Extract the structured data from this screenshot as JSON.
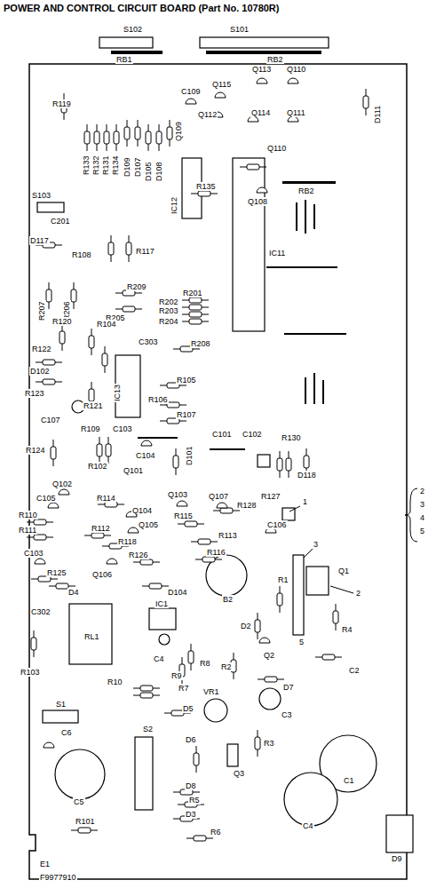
{
  "diagram": {
    "title": "POWER AND CONTROL CIRCUIT BOARD (Part No. 10780R)",
    "labels": [
      "S102",
      "S101",
      "RB1",
      "RB2",
      "R119",
      "R133",
      "R132",
      "R131",
      "R134",
      "D109",
      "D107",
      "D105",
      "D108",
      "Q109",
      "C109",
      "Q115",
      "Q113",
      "Q110",
      "Q112",
      "Q114",
      "Q111",
      "D111",
      "Q110",
      "RB2",
      "Q108",
      "R135",
      "IC12",
      "S103",
      "C201",
      "D117",
      "R108",
      "R117",
      "R207",
      "R206",
      "R209",
      "R205",
      "R201",
      "R202",
      "R203",
      "R204",
      "R208",
      "IC11",
      "R120",
      "R104",
      "C303",
      "R122",
      "D102",
      "IC13",
      "R105",
      "R106",
      "R107",
      "R123",
      "R121",
      "C107",
      "R124",
      "R109",
      "C103",
      "C104",
      "C101",
      "C102",
      "R130",
      "R102",
      "D101",
      "Q101",
      "D118",
      "Q102",
      "C105",
      "R114",
      "Q104",
      "Q103",
      "Q107",
      "R127",
      "R128",
      "R110",
      "R111",
      "R112",
      "Q105",
      "R115",
      "C106",
      "1",
      "2",
      "3",
      "4",
      "5",
      "R118",
      "R113",
      "C103",
      "R116",
      "R126",
      "R125",
      "Q106",
      "D4",
      "D104",
      "B2",
      "3",
      "R1",
      "Q1",
      "2",
      "R4",
      "C302",
      "RL1",
      "IC1",
      "5",
      "D2",
      "Q2",
      "C4",
      "R8",
      "R9",
      "R2",
      "C2",
      "R103",
      "R10",
      "R7",
      "D5",
      "D7",
      "VR1",
      "C3",
      "S1",
      "C6",
      "S2",
      "D6",
      "R3",
      "Q3",
      "C1",
      "C5",
      "D8",
      "R5",
      "D3",
      "R6",
      "C4",
      "D9",
      "R101",
      "E1",
      "F9977910"
    ]
  }
}
